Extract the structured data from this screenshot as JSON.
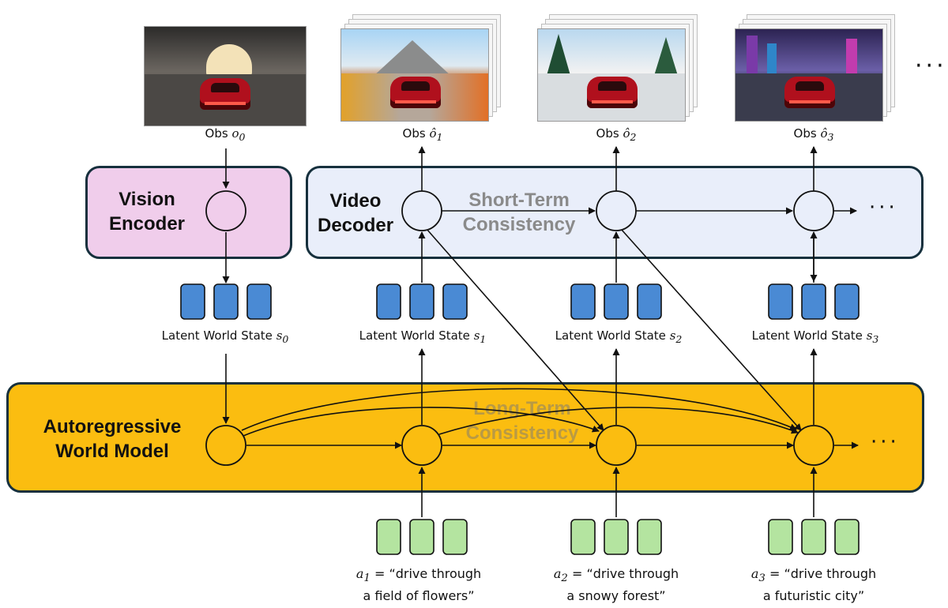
{
  "modules": {
    "vision_encoder": "Vision\nEncoder",
    "video_decoder": "Video\nDecoder",
    "world_model": "Autoregressive\nWorld Model",
    "short_term": "Short-Term\nConsistency",
    "long_term": "Long-Term\nConsistency"
  },
  "observations": [
    {
      "prefix": "Obs ",
      "symbol": "o",
      "sub": "0"
    },
    {
      "prefix": "Obs ",
      "symbol": "ô",
      "sub": "1"
    },
    {
      "prefix": "Obs ",
      "symbol": "ô",
      "sub": "2"
    },
    {
      "prefix": "Obs ",
      "symbol": "ô",
      "sub": "3"
    }
  ],
  "latents": [
    {
      "prefix": "Latent World State ",
      "symbol": "s",
      "sub": "0"
    },
    {
      "prefix": "Latent World State ",
      "symbol": "s",
      "sub": "1"
    },
    {
      "prefix": "Latent World State ",
      "symbol": "s",
      "sub": "2"
    },
    {
      "prefix": "Latent World State ",
      "symbol": "s",
      "sub": "3"
    }
  ],
  "actions": [
    {
      "symbol": "a",
      "sub": "1",
      "line1": " = “drive through",
      "line2": "a field of flowers”"
    },
    {
      "symbol": "a",
      "sub": "2",
      "line1": " = “drive through",
      "line2": "a snowy forest”"
    },
    {
      "symbol": "a",
      "sub": "3",
      "line1": " = “drive through",
      "line2": "a futuristic city”"
    }
  ],
  "ellipsis": "···",
  "colors": {
    "encoder_fill": "#f0cdeb",
    "decoder_fill": "#e9eefa",
    "world_model_fill": "#fbbd10",
    "latent_block": "#4a8ad4",
    "action_block": "#b4e4a0",
    "faint_text": "#8a8a8a",
    "border": "#16303d"
  }
}
